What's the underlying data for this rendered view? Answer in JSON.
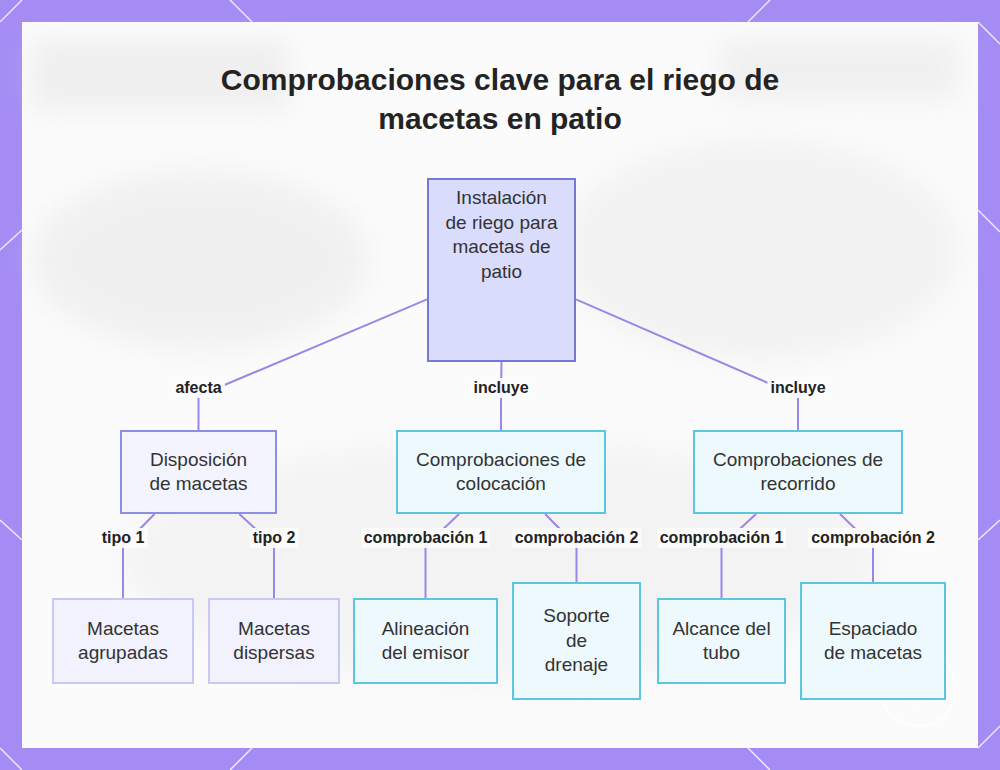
{
  "diagram": {
    "title": "Comprobaciones clave para el riego de macetas en patio",
    "nodes": [
      {
        "text": [
          "Instalación de riego para macetas de patio"
        ]
      },
      {
        "text": [
          "Disposición de macetas"
        ]
      },
      {
        "text": [
          "Comprobaciones de colocación"
        ]
      },
      {
        "text": [
          "Comprobaciones de recorrido"
        ]
      },
      {
        "text": [
          "Macetas agrupadas"
        ]
      },
      {
        "text": [
          "Macetas dispersas"
        ]
      },
      {
        "text": [
          "Alineación del emisor"
        ]
      },
      {
        "text": [
          "Soporte de drenaje"
        ]
      },
      {
        "text": [
          "Alcance del tubo"
        ]
      },
      {
        "text": [
          "Espaciado de macetas"
        ]
      }
    ],
    "edges": [
      {
        "from": 0,
        "to": 1,
        "label": "afecta",
        "arrow": "none"
      },
      {
        "from": 0,
        "to": 2,
        "label": "incluye",
        "arrow": "none"
      },
      {
        "from": 0,
        "to": 3,
        "label": "incluye",
        "arrow": "none"
      },
      {
        "from": 1,
        "to": 4,
        "label": "tipo 1",
        "arrow": "none"
      },
      {
        "from": 1,
        "to": 5,
        "label": "tipo 2",
        "arrow": "none"
      },
      {
        "from": 2,
        "to": 6,
        "label": "comprobación 1",
        "arrow": "none"
      },
      {
        "from": 2,
        "to": 7,
        "label": "comprobación 2",
        "arrow": "none"
      },
      {
        "from": 3,
        "to": 8,
        "label": "comprobación 1",
        "arrow": "none"
      },
      {
        "from": 3,
        "to": 9,
        "label": "comprobación 2",
        "arrow": "none"
      }
    ]
  }
}
